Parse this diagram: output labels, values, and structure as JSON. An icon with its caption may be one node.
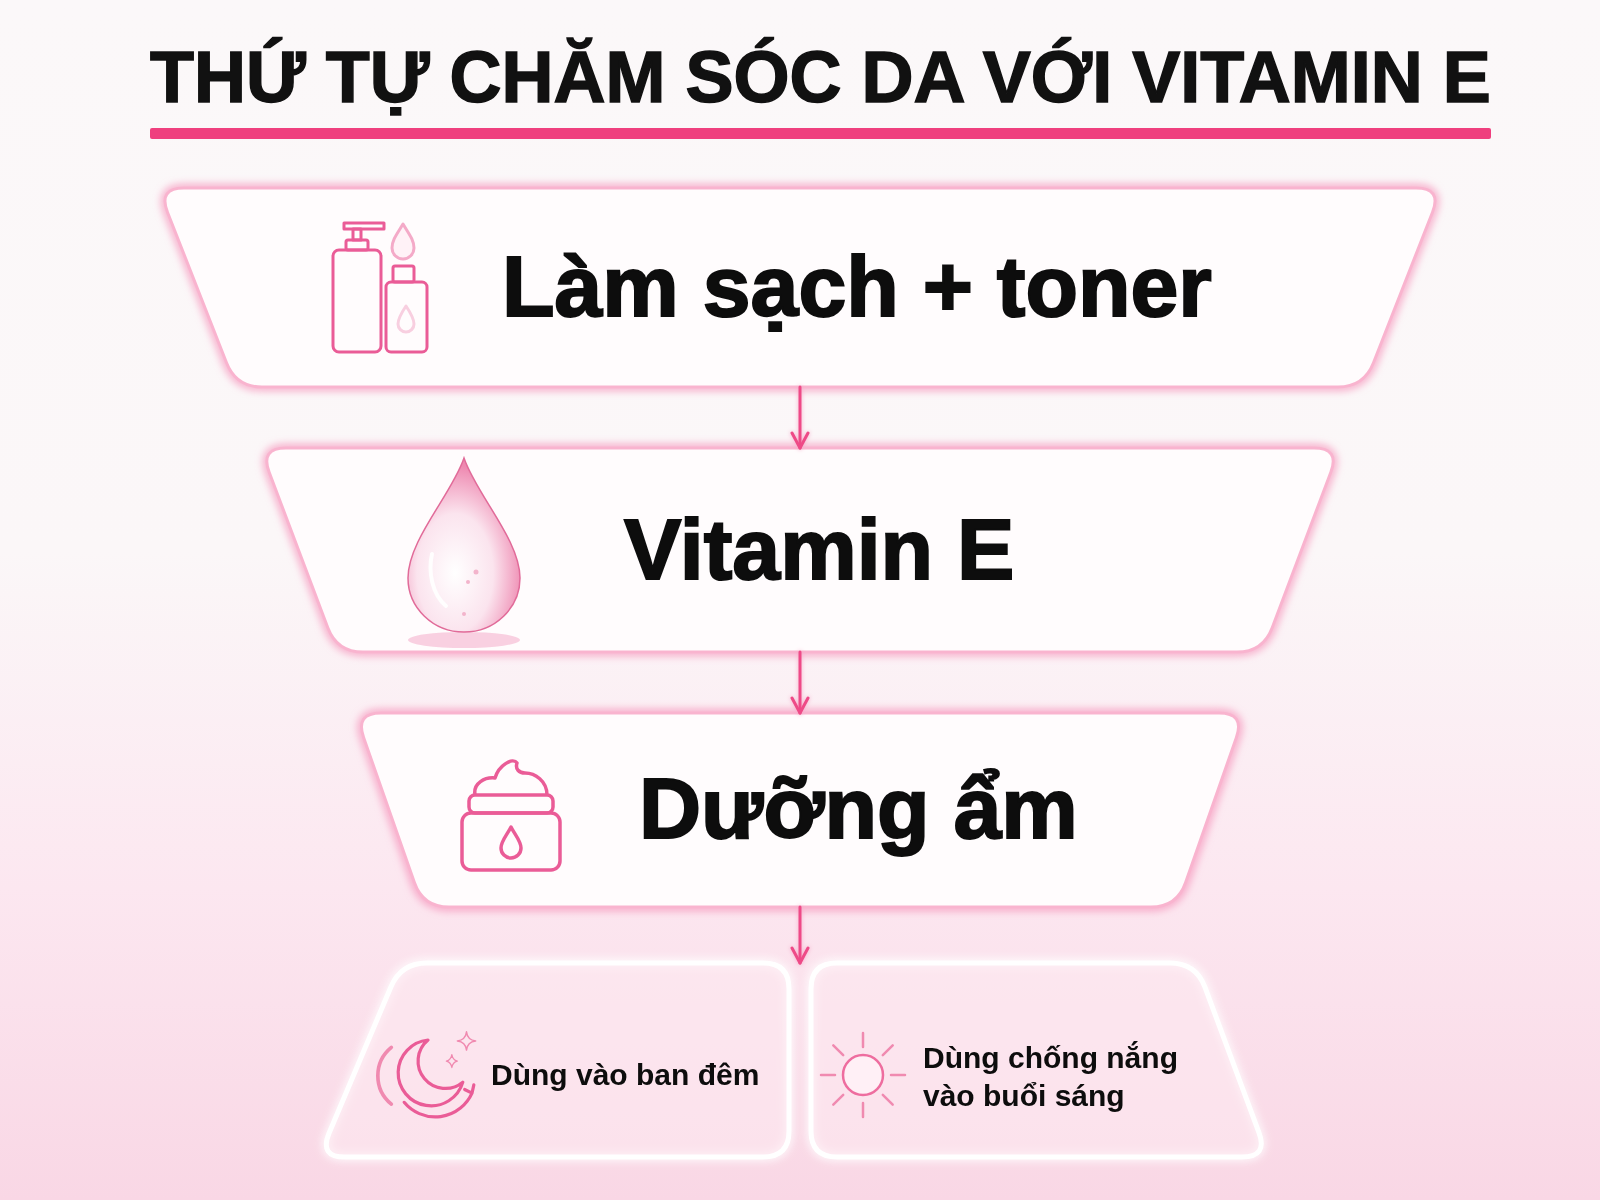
{
  "diagram": {
    "title": "THỨ TỰ CHĂM SÓC DA VỚI VITAMIN E",
    "nodes": [
      {
        "text": [
          "Làm sạch + toner"
        ]
      },
      {
        "text": [
          "Vitamin E"
        ]
      },
      {
        "text": [
          "Dưỡng ẩm"
        ]
      },
      {
        "text": [
          "Dùng vào ban đêm"
        ]
      },
      {
        "text": [
          "Dùng chống nắng vào buổi sáng"
        ]
      }
    ],
    "edges": [
      {
        "from": 0,
        "to": 1,
        "arrow": "to"
      },
      {
        "from": 1,
        "to": 2,
        "arrow": "to"
      },
      {
        "from": 2,
        "to": 3,
        "arrow": "to"
      },
      {
        "from": 2,
        "to": 4,
        "arrow": "to"
      }
    ]
  }
}
